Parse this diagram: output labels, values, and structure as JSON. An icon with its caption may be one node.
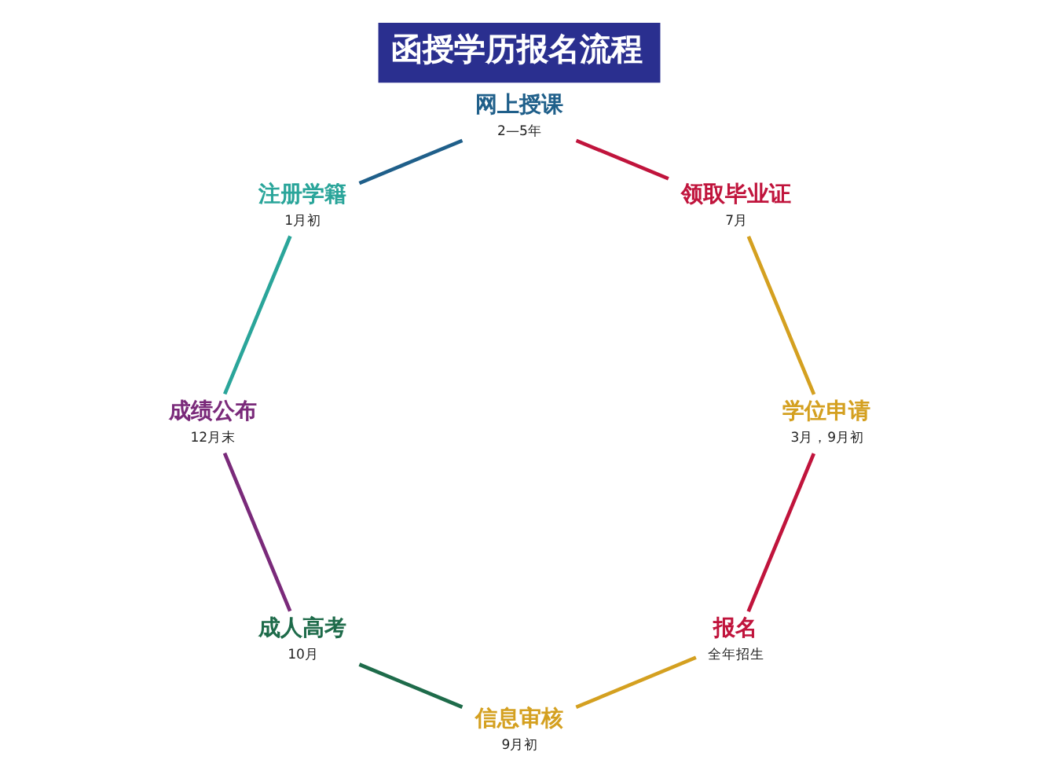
{
  "diagram": {
    "title": "函授学历报名流程",
    "nodes": [
      {
        "text": [
          "报名"
        ],
        "beside": [
          "全年招生"
        ]
      },
      {
        "text": [
          "信息审核"
        ],
        "beside": [
          "9月初"
        ]
      },
      {
        "text": [
          "成人高考"
        ],
        "beside": [
          "10月"
        ]
      },
      {
        "text": [
          "成绩公布"
        ],
        "beside": [
          "12月末"
        ]
      },
      {
        "text": [
          "注册学籍"
        ],
        "beside": [
          "1月初"
        ]
      },
      {
        "text": [
          "网上授课"
        ],
        "beside": [
          "2—5年"
        ]
      },
      {
        "text": [
          "领取毕业证"
        ],
        "beside": [
          "7月"
        ]
      },
      {
        "text": [
          "学位申请"
        ],
        "beside": [
          "3月，9月初"
        ]
      }
    ],
    "edges": [
      {
        "from": 0,
        "to": 1,
        "arrow": "none",
        "color": "#d4a020"
      },
      {
        "from": 1,
        "to": 2,
        "arrow": "none",
        "color": "#1e6b4a"
      },
      {
        "from": 2,
        "to": 3,
        "arrow": "none",
        "color": "#7a2a7a"
      },
      {
        "from": 3,
        "to": 4,
        "arrow": "none",
        "color": "#2aa59a"
      },
      {
        "from": 4,
        "to": 5,
        "arrow": "none",
        "color": "#1f5f8a"
      },
      {
        "from": 5,
        "to": 6,
        "arrow": "none",
        "color": "#c0143c"
      },
      {
        "from": 6,
        "to": 7,
        "arrow": "none",
        "color": "#d4a020"
      },
      {
        "from": 7,
        "to": 0,
        "arrow": "none",
        "color": "#c0143c"
      }
    ]
  }
}
